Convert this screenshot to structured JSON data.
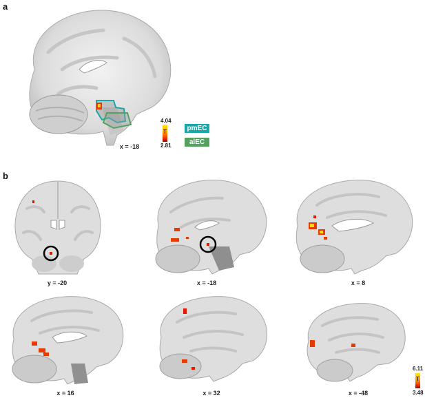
{
  "panels": {
    "a": {
      "label": "a",
      "coord": "x = -18",
      "colorbar": {
        "max": "4.04",
        "min": "2.81",
        "letter": "T"
      },
      "rois": [
        {
          "label": "pmEC",
          "color": "#1aa7a9"
        },
        {
          "label": "alEC",
          "color": "#53a05f"
        }
      ]
    },
    "b": {
      "label": "b",
      "slices": [
        {
          "coord": "y = -20"
        },
        {
          "coord": "x = -18"
        },
        {
          "coord": "x = 8"
        },
        {
          "coord": "x = 16"
        },
        {
          "coord": "x = 32"
        },
        {
          "coord": "x = -48"
        }
      ],
      "colorbar": {
        "max": "6.11",
        "min": "3.48",
        "letter": "T"
      }
    }
  },
  "colors": {
    "activation_hot": "#ffdd00",
    "activation_core": "#e01a00",
    "highlight_circle": "#000000"
  }
}
